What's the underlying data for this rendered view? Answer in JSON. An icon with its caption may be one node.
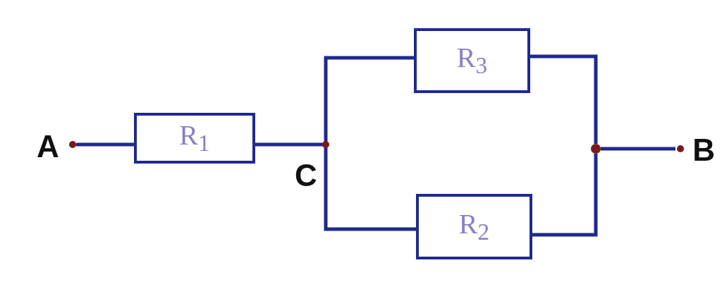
{
  "diagram": {
    "nodes": [
      {
        "text": [
          "A"
        ]
      },
      {
        "text": [
          "R$_{1}$"
        ]
      },
      {
        "text": [
          "C"
        ]
      },
      {
        "text": [
          "R$_{3}$"
        ]
      },
      {
        "text": [
          "R$_{2}$"
        ]
      },
      {
        "text": [],
        "shape": "circle"
      },
      {
        "text": [
          "B"
        ]
      }
    ],
    "edges": [
      {
        "from": 0,
        "to": 1,
        "arrow": "none"
      },
      {
        "from": 1,
        "to": 2,
        "arrow": "none"
      },
      {
        "from": 2,
        "to": 3,
        "arrow": "none"
      },
      {
        "from": 2,
        "to": 4,
        "arrow": "none"
      },
      {
        "from": 3,
        "to": 5,
        "arrow": "none"
      },
      {
        "from": 4,
        "to": 5,
        "arrow": "none"
      },
      {
        "from": 5,
        "to": 6,
        "arrow": "none"
      }
    ]
  }
}
